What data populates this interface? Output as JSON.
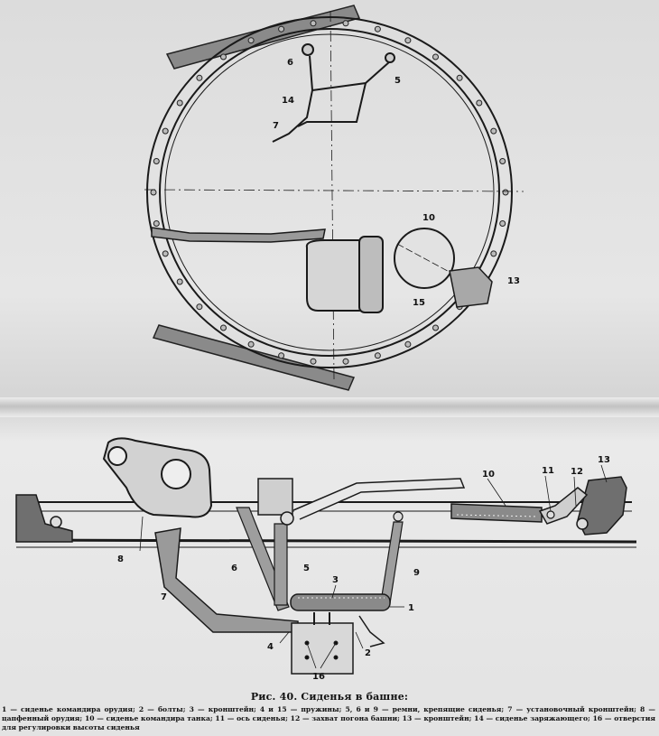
{
  "top_view_labels": {
    "l6": "6",
    "l5": "5",
    "l14": "14",
    "l7": "7",
    "l10": "10",
    "l13": "13",
    "l15": "15"
  },
  "side_view_labels": {
    "l13": "13",
    "l12": "12",
    "l11": "11",
    "l10": "10",
    "l8": "8",
    "l7": "7",
    "l6": "6",
    "l5": "5",
    "l9": "9",
    "l3": "3",
    "l1": "1",
    "l4": "4",
    "l2": "2",
    "l16": "16"
  },
  "caption": {
    "title": "Рис. 40. Сиденья в башне:",
    "legend": "1 — сиденье командира орудия; 2 — болты; 3 — кронштейн; 4 и 15 — пружины; 5, 6 и 9 — ремни, крепящие сиденья; 7 — установочный кронштейн; 8 — цапфенный орудия; 10 — сиденье командира танка; 11 — ось сиденья; 12 — захват погона башни; 13 — кронштейн; 14 — сиденье заряжающего; 16 — отверстия для регулировки высоты сиденья"
  }
}
